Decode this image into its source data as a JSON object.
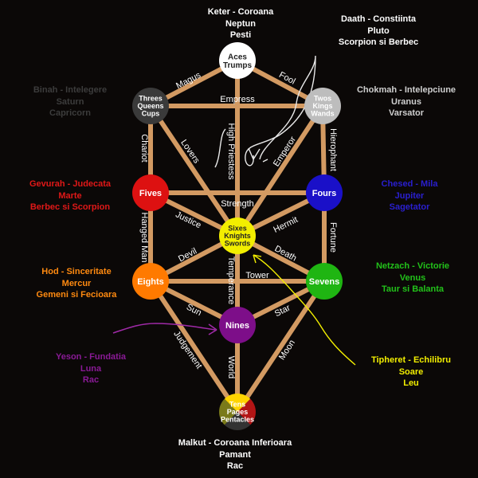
{
  "background": "#0b0807",
  "path_color": "#d39a62",
  "nodes": {
    "keter": {
      "lines": [
        "Aces",
        "Trumps"
      ],
      "fill": "#ffffff",
      "text_color": "#222222"
    },
    "binah": {
      "lines": [
        "Threes",
        "Queens",
        "Cups"
      ],
      "fill": "#3a3a3a",
      "text_color": "#ffffff"
    },
    "chokmah": {
      "lines": [
        "Twos",
        "Kings",
        "Wands"
      ],
      "fill": "#bdbdbd",
      "text_color": "#ffffff"
    },
    "gevurah": {
      "lines": [
        "Fives"
      ],
      "fill": "#dd1111",
      "text_color": "#ffffff"
    },
    "chesed": {
      "lines": [
        "Fours"
      ],
      "fill": "#1a10c8",
      "text_color": "#ffffff"
    },
    "tiferet": {
      "lines": [
        "Sixes",
        "Knights",
        "Swords"
      ],
      "fill": "#f2ee00",
      "text_color": "#222222"
    },
    "hod": {
      "lines": [
        "Eights"
      ],
      "fill": "#ff7a00",
      "text_color": "#ffffff"
    },
    "netzach": {
      "lines": [
        "Sevens"
      ],
      "fill": "#1fb512",
      "text_color": "#ffffff"
    },
    "yesod": {
      "lines": [
        "Nines"
      ],
      "fill": "#7d0e89",
      "text_color": "#ffffff"
    },
    "malkut": {
      "lines": [
        "Tens",
        "Pages",
        "Pentacles"
      ],
      "quarters": [
        "#ffd400",
        "#b31515",
        "#333333",
        "#7a7a1a"
      ],
      "text_color": "#ffffff"
    }
  },
  "paths": {
    "magus": "Magus",
    "fool": "Fool",
    "empress": "Empress",
    "chariot": "Chariot",
    "lovers": "Lovers",
    "high_priestess": "High Priestess",
    "emperor": "Emperor",
    "hierophant": "Hierophant",
    "strength": "Strength",
    "justice": "Justice",
    "hermit": "Hermit",
    "hanged_man": "Hanged Man",
    "fortune": "Fortune",
    "devil": "Devil",
    "death": "Death",
    "temperance": "Temperance",
    "tower": "Tower",
    "sun": "Sun",
    "star": "Star",
    "judgement": "Judgement",
    "moon": "Moon",
    "world": "World"
  },
  "labels": {
    "keter": {
      "lines": [
        "Keter - Coroana",
        "Neptun",
        "Pesti"
      ],
      "color": "#ffffff"
    },
    "daath": {
      "lines": [
        "Daath - Constiinta",
        "Pluto",
        "Scorpion si Berbec"
      ],
      "color": "#ffffff"
    },
    "binah": {
      "lines": [
        "Binah - Intelegere",
        "Saturn",
        "Capricorn"
      ],
      "color": "#3c3c3c"
    },
    "chokmah": {
      "lines": [
        "Chokmah - Intelepciune",
        "Uranus",
        "Varsator"
      ],
      "color": "#cfcfcf"
    },
    "gevurah": {
      "lines": [
        "Gevurah - Judecata",
        "Marte",
        "Berbec si Scorpion"
      ],
      "color": "#e01818"
    },
    "chesed": {
      "lines": [
        "Chesed - Mila",
        "Jupiter",
        "Sagetator"
      ],
      "color": "#2a1fd0"
    },
    "hod": {
      "lines": [
        "Hod - Sinceritate",
        "Mercur",
        "Gemeni si Fecioara"
      ],
      "color": "#ff8a10"
    },
    "netzach": {
      "lines": [
        "Netzach - Victorie",
        "Venus",
        "Taur si Balanta"
      ],
      "color": "#22c21a"
    },
    "yesod": {
      "lines": [
        "Yeson - Fundatia",
        "Luna",
        "Rac"
      ],
      "color": "#8a1a96"
    },
    "tiferet": {
      "lines": [
        "Tipheret - Echilibru",
        "Soare",
        "Leu"
      ],
      "color": "#f2ee00"
    },
    "malkut": {
      "lines": [
        "Malkut - Coroana Inferioara",
        "Pamant",
        "Rac"
      ],
      "color": "#ffffff"
    }
  }
}
